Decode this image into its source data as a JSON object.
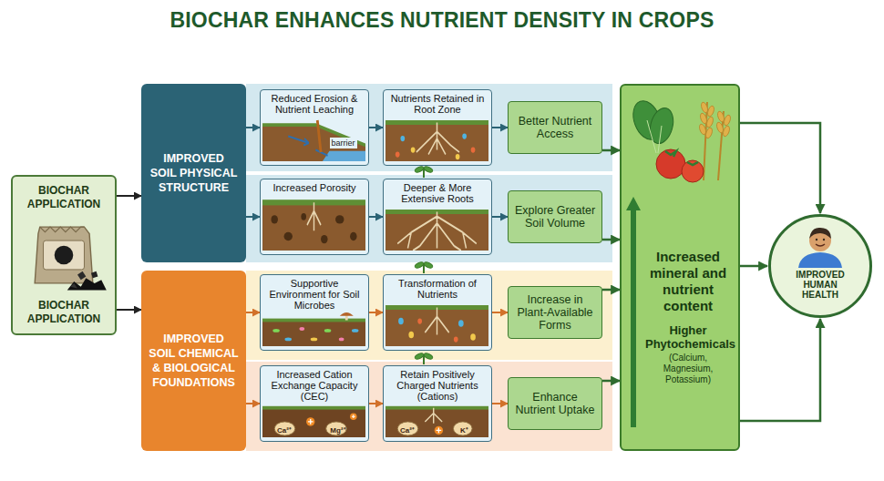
{
  "diagram": {
    "title": "BIOCHAR ENHANCES NUTRIENT DENSITY IN CROPS",
    "nodes": [
      {
        "text": [
          "BIOCHAR APPLICATION",
          "BIOCHAR APPLICATION"
        ]
      },
      {
        "text": [
          "IMPROVED SOIL PHYSICAL STRUCTURE"
        ]
      },
      {
        "text": [
          "Reduced Erosion & Nutrient Leaching"
        ]
      },
      {
        "text": [
          "Nutrients Retained in Root Zone"
        ]
      },
      {
        "text": [
          "Better Nutrient Access"
        ]
      },
      {
        "text": [
          "Increased Porosity"
        ]
      },
      {
        "text": [
          "Deeper & More Extensive Roots"
        ]
      },
      {
        "text": [
          "Explore Greater Soil Volume"
        ]
      },
      {
        "text": [
          "IMPROVED SOIL CHEMICAL & BIOLOGICAL FOUNDATIONS"
        ]
      },
      {
        "text": [
          "Supportive Environment for Soil Microbes"
        ]
      },
      {
        "text": [
          "Transformation of Nutrients"
        ]
      },
      {
        "text": [
          "Increase in Plant-Available Forms"
        ]
      },
      {
        "text": [
          "Increased Cation Exchange Capacity (CEC)"
        ]
      },
      {
        "text": [
          "Retain Positively Charged Nutrients (Cations)"
        ]
      },
      {
        "text": [
          "Enhance Nutrient Uptake"
        ]
      },
      {
        "text": [
          "Increased mineral and nutrient content",
          "Higher Phytochemicals",
          "(Calcium, Magnesium, Potassium)"
        ]
      },
      {
        "text": [
          "IMPROVED HUMAN HEALTH"
        ]
      }
    ],
    "edges": [
      {
        "from": 0,
        "to": 1,
        "arrow": "to"
      },
      {
        "from": 0,
        "to": 8,
        "arrow": "to"
      },
      {
        "from": 1,
        "to": 2,
        "arrow": "to"
      },
      {
        "from": 1,
        "to": 5,
        "arrow": "to"
      },
      {
        "from": 8,
        "to": 9,
        "arrow": "to"
      },
      {
        "from": 8,
        "to": 12,
        "arrow": "to"
      },
      {
        "from": 2,
        "to": 3,
        "arrow": "to"
      },
      {
        "from": 3,
        "to": 4,
        "arrow": "to"
      },
      {
        "from": 5,
        "to": 6,
        "arrow": "to"
      },
      {
        "from": 6,
        "to": 7,
        "arrow": "to"
      },
      {
        "from": 9,
        "to": 10,
        "arrow": "to"
      },
      {
        "from": 10,
        "to": 11,
        "arrow": "to"
      },
      {
        "from": 12,
        "to": 13,
        "arrow": "to"
      },
      {
        "from": 13,
        "to": 14,
        "arrow": "to"
      },
      {
        "from": 4,
        "to": 15,
        "arrow": "to"
      },
      {
        "from": 7,
        "to": 15,
        "arrow": "to"
      },
      {
        "from": 11,
        "to": 15,
        "arrow": "to"
      },
      {
        "from": 14,
        "to": 15,
        "arrow": "to"
      },
      {
        "from": 15,
        "to": 16,
        "arrow": "to"
      },
      {
        "from": 15,
        "to": 16,
        "arrow": "to"
      },
      {
        "from": 15,
        "to": 16,
        "arrow": "to"
      }
    ],
    "labels": [
      "barrier",
      "Ca²⁺",
      "Mg²⁺",
      "Ca²⁺",
      "K⁺"
    ]
  }
}
